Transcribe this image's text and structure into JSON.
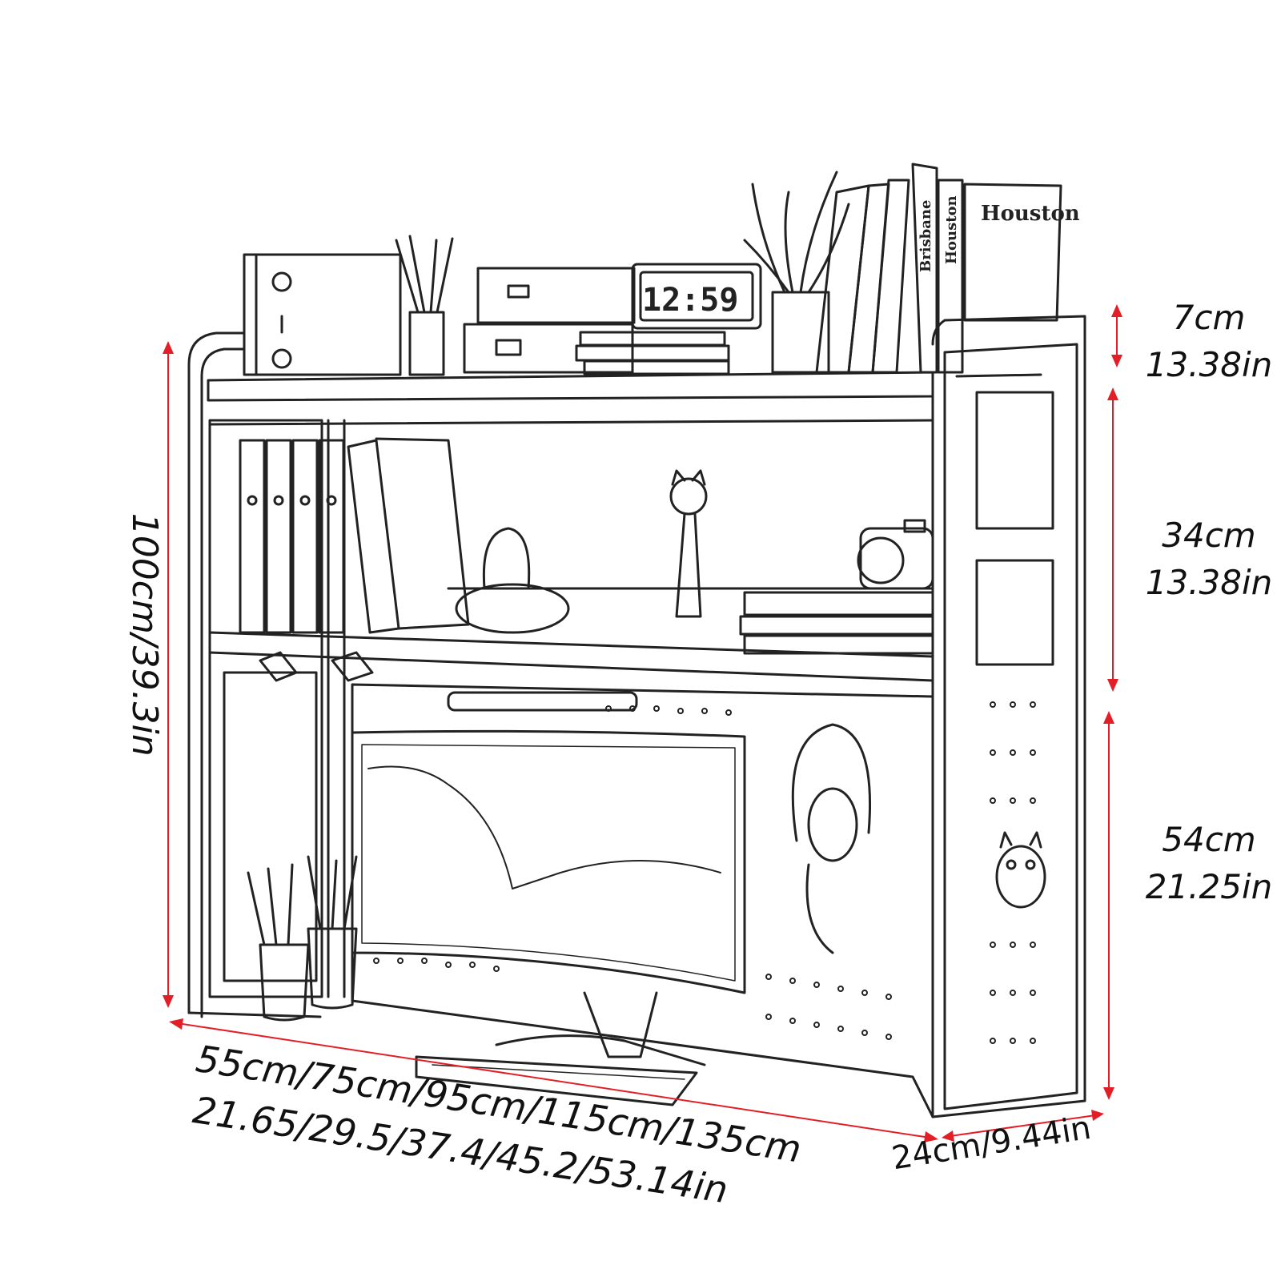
{
  "colors": {
    "dimension_line": "#e41e26",
    "outline": "#222222",
    "background": "#ffffff"
  },
  "dimensions": {
    "top_tier": {
      "metric": "7cm",
      "imperial": "13.38in"
    },
    "middle_tier": {
      "metric": "34cm",
      "imperial": "13.38in"
    },
    "bottom_tier": {
      "metric": "54cm",
      "imperial": "21.25in"
    },
    "total_height": {
      "label": "100cm/39.3in"
    },
    "width": {
      "metric": "55cm/75cm/95cm/115cm/135cm",
      "imperial": "21.65/29.5/37.4/45.2/53.14in"
    },
    "depth": {
      "label": "24cm/9.44in"
    }
  },
  "scene": {
    "clock_digits": "12:59",
    "book_spines": [
      "Houston",
      "Brisbane",
      "Houston"
    ]
  },
  "icons": [
    "speaker-icon",
    "reed-diffuser-icon",
    "storage-box-icon",
    "clock-icon",
    "plant-icon",
    "binder-icon",
    "cat-figurine-icon",
    "camera-icon",
    "headphones-icon",
    "monitor-icon",
    "keyboard-icon",
    "pen-holder-icon",
    "owl-ornament-icon"
  ]
}
